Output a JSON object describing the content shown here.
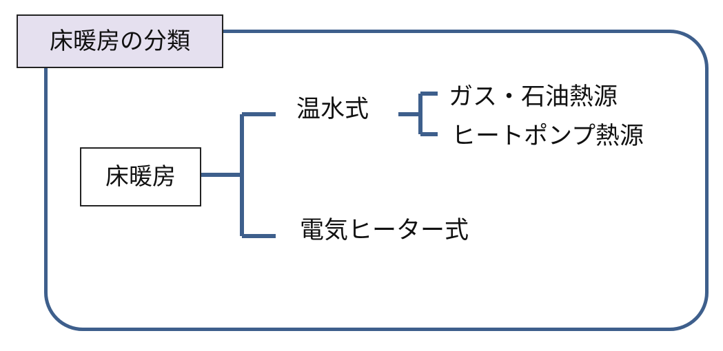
{
  "title": "床暖房の分類",
  "root": {
    "label": "床暖房"
  },
  "branches": [
    {
      "label": "温水式",
      "children": [
        {
          "label": "ガス・石油熱源"
        },
        {
          "label": "ヒートポンプ熱源"
        }
      ]
    },
    {
      "label": "電気ヒーター式",
      "children": []
    }
  ],
  "colors": {
    "frame": "#3e5f8c",
    "connector": "#3e5f8c",
    "title_background": "#e5e0ef",
    "box_border": "#222222"
  }
}
